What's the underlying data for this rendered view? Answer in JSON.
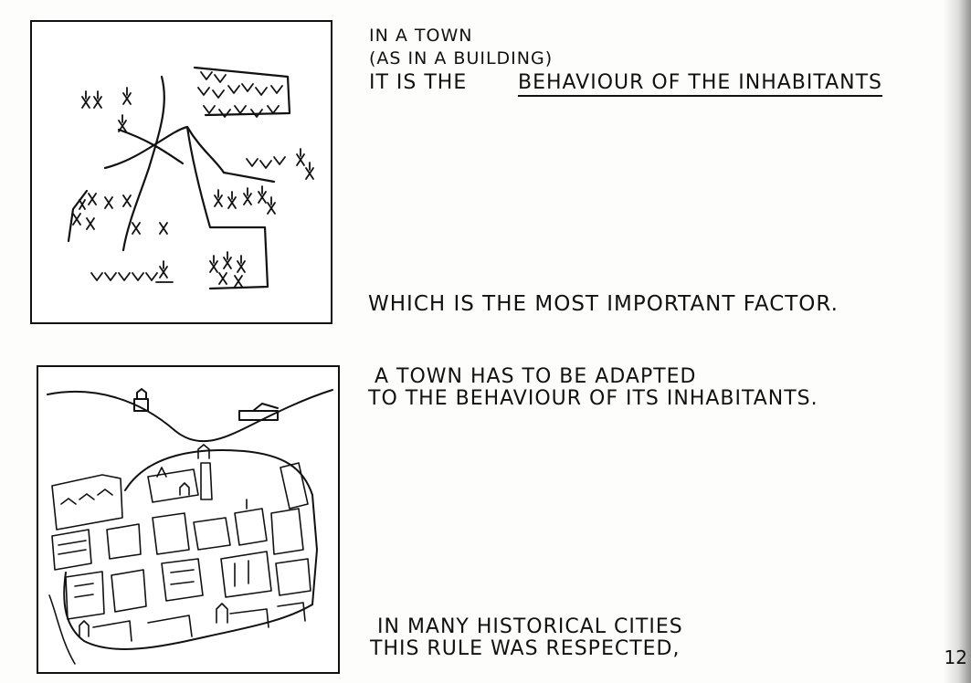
{
  "panels": [
    {
      "image_name": "town-behaviour-sketch",
      "lines": [
        "IN A TOWN",
        "(AS  IN A BUILDING)",
        "IT IS THE",
        "BEHAVIOUR OF THE INHABITANTS"
      ],
      "footer": "WHICH IS THE MOST IMPORTANT FACTOR."
    },
    {
      "image_name": "historical-city-drawing",
      "lines": [
        "A TOWN HAS TO BE ADAPTED",
        "TO THE BEHAVIOUR OF ITS INHABITANTS."
      ],
      "footer_lines": [
        "IN MANY HISTORICAL CITIES",
        "THIS RULE WAS RESPECTED,"
      ]
    }
  ],
  "page_number": "12"
}
